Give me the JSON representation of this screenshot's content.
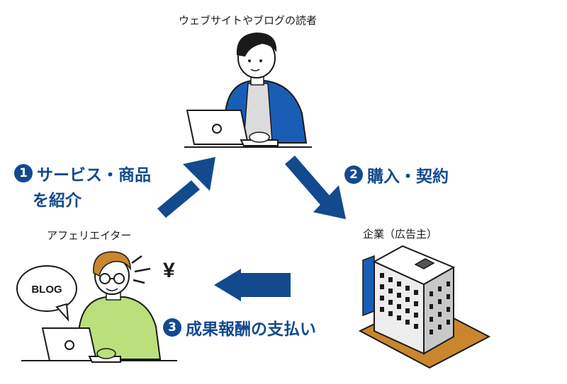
{
  "diagram": {
    "reader_label": "ウェブサイトやブログの読者",
    "affiliate_label": "アフェリエイター",
    "company_label": "企業（広告主）",
    "steps": [
      {
        "number": "1",
        "line1": "サービス・商品",
        "line2": "を紹介"
      },
      {
        "number": "2",
        "line1": "購入・契約"
      },
      {
        "number": "3",
        "line1": "成果報酬の支払い"
      }
    ],
    "bubble_text": "BLOG",
    "currency_symbol": "¥"
  },
  "colors": {
    "accent": "#134a8e",
    "reader_jacket": "#1a5db5",
    "affiliate_shirt": "#b9e07a",
    "building": "#c8c8c8",
    "building_accent": "#1a5db5",
    "ground": "#c9862f"
  }
}
